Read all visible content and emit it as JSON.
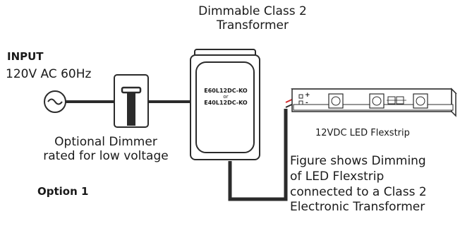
{
  "transformer": {
    "title_line1": "Dimmable Class 2",
    "title_line2": "Transformer",
    "model_1": "E60L12DC-KO",
    "model_or": "or",
    "model_2": "E40L12DC-KO"
  },
  "input": {
    "heading": "INPUT",
    "spec": "120V AC 60Hz",
    "symbol": "ac-source-icon"
  },
  "dimmer": {
    "line1": "Optional Dimmer",
    "line2": "rated for low voltage"
  },
  "option_label": "Option 1",
  "flexstrip": {
    "label": "12VDC LED Flexstrip",
    "plus": "+",
    "minus": "-"
  },
  "caption": {
    "line1": "Figure shows Dimming",
    "line2": "of LED Flexstrip",
    "line3": "connected to a Class 2",
    "line4": "Electronic Transformer"
  },
  "colors": {
    "wire": "#2b2b2b",
    "positive_wire": "#d0282a"
  }
}
